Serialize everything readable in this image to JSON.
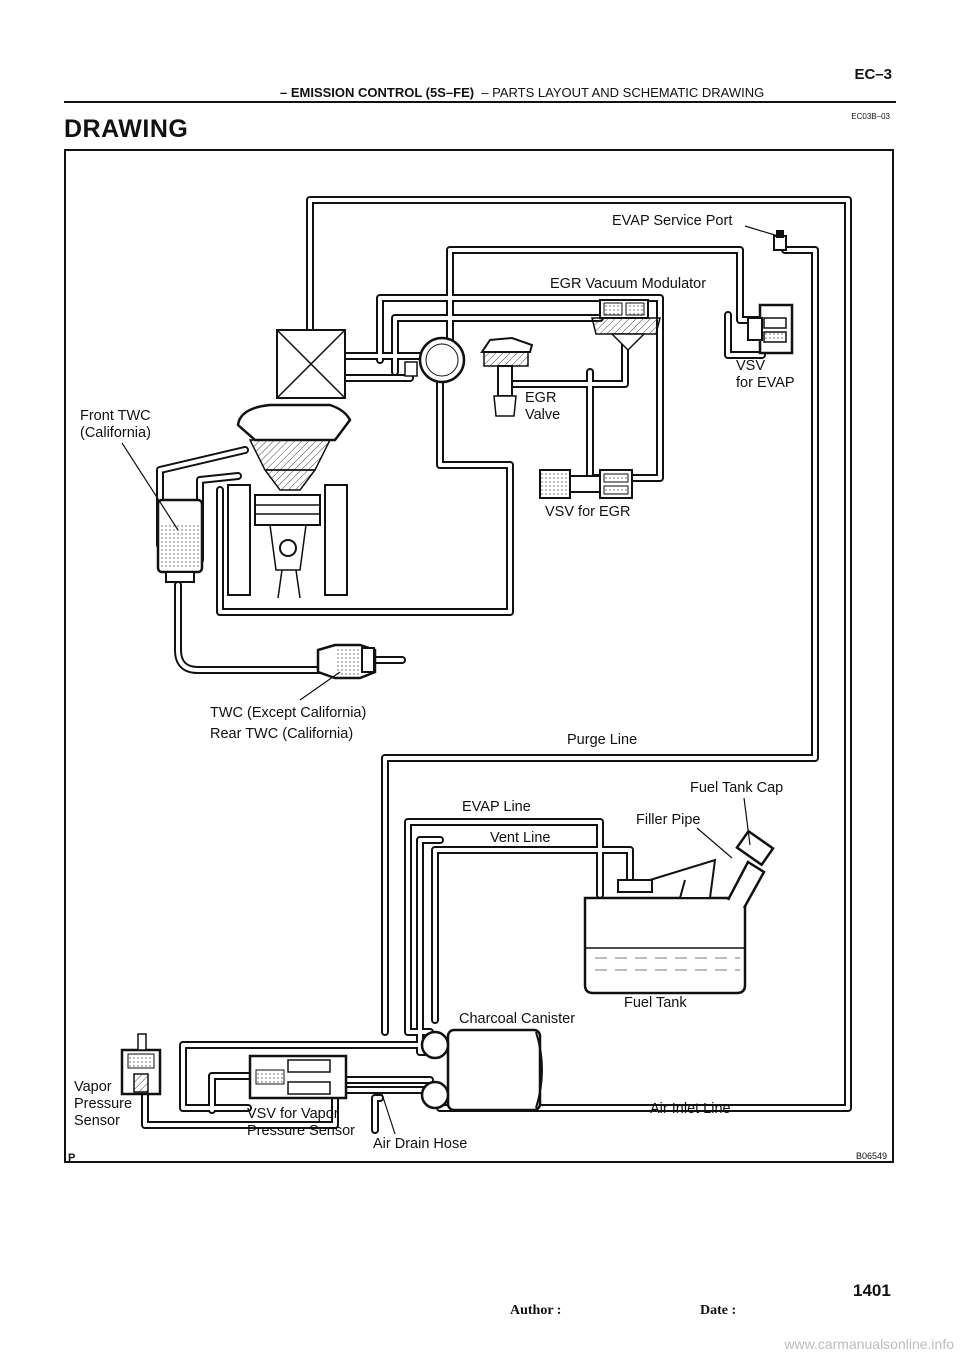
{
  "header": {
    "section_bold": "– EMISSION CONTROL (5S–FE)",
    "section_rest": "–   PARTS LAYOUT AND SCHEMATIC DRAWING",
    "page_code": "EC–3"
  },
  "page_heading": "DRAWING",
  "doc_code": "EC03B–03",
  "labels": {
    "evap_service_port": "EVAP Service Port",
    "egr_vacuum_modulator": "EGR Vacuum Modulator",
    "vsv_evap_1": "VSV",
    "vsv_evap_2": "for EVAP",
    "egr_valve_1": "EGR",
    "egr_valve_2": "Valve",
    "front_twc_1": "Front TWC",
    "front_twc_2": "(California)",
    "vsv_egr": "VSV for EGR",
    "twc_1": "TWC (Except California)",
    "twc_2": "Rear TWC (California)",
    "purge_line": "Purge Line",
    "fuel_tank_cap": "Fuel Tank Cap",
    "evap_line": "EVAP Line",
    "filler_pipe": "Filler Pipe",
    "vent_line": "Vent Line",
    "fuel_tank": "Fuel Tank",
    "charcoal_canister": "Charcoal Canister",
    "vapor_1": "Vapor",
    "vapor_2": "Pressure",
    "vapor_3": "Sensor",
    "vsv_vapor_1": "VSV for Vapor",
    "vsv_vapor_2": "Pressure Sensor",
    "air_inlet_line": "Air Inlet Line",
    "air_drain_hose": "Air Drain Hose"
  },
  "figure_code": "B06549",
  "p_mark": "P",
  "footer": {
    "author": "Author :",
    "date": "Date :",
    "page_number": "1401"
  },
  "watermark": "www.carmanualsonline.info"
}
